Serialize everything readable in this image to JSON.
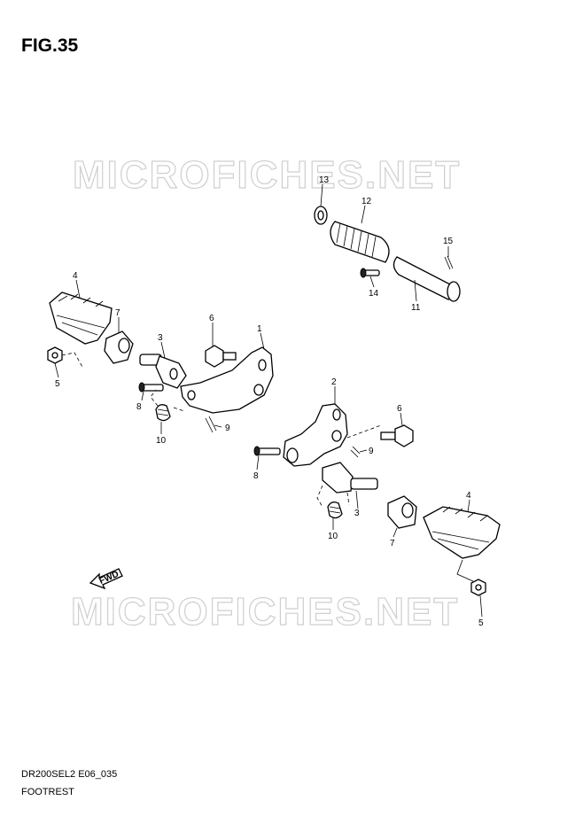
{
  "figure_title": "FIG.35",
  "watermark_text": "MICROFICHES.NET",
  "footer_code": "DR200SEL2 E06_035",
  "footer_name": "FOOTREST",
  "fwd_label": "FWD",
  "callouts": {
    "c1": "1",
    "c2": "2",
    "c3a": "3",
    "c3b": "3",
    "c4a": "4",
    "c4b": "4",
    "c5a": "5",
    "c5b": "5",
    "c6a": "6",
    "c6b": "6",
    "c7a": "7",
    "c7b": "7",
    "c8a": "8",
    "c8b": "8",
    "c9a": "9",
    "c9b": "9",
    "c10a": "10",
    "c10b": "10",
    "c11": "11",
    "c12": "12",
    "c13": "13",
    "c14": "14",
    "c15": "15"
  }
}
